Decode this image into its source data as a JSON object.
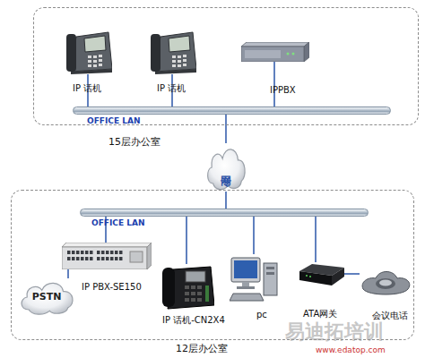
{
  "diagram": {
    "nodes": [
      {
        "text": [
          "15层办公室"
        ]
      },
      {
        "text": [
          "IP 话机"
        ],
        "in": 0
      },
      {
        "text": [
          "IP 话机"
        ],
        "in": 0
      },
      {
        "text": [
          "IPPBX"
        ],
        "in": 0
      },
      {
        "text": [
          "OFFICE LAN"
        ],
        "in": 0
      },
      {
        "text": [
          "专网"
        ]
      },
      {
        "text": [
          "12层办公室"
        ]
      },
      {
        "text": [
          "OFFICE LAN"
        ],
        "in": 6
      },
      {
        "text": [
          "IP PBX-SE150"
        ],
        "in": 6
      },
      {
        "text": [
          "PSTN"
        ],
        "in": 6
      },
      {
        "text": [
          "IP 话机-CN2X4"
        ],
        "in": 6
      },
      {
        "text": [
          "pc"
        ],
        "in": 6
      },
      {
        "text": [
          "ATA网关"
        ],
        "in": 6
      },
      {
        "text": [
          "会议电话"
        ],
        "in": 6
      }
    ],
    "edges": [
      {
        "from": 1,
        "to": 4,
        "arrow": "none"
      },
      {
        "from": 2,
        "to": 4,
        "arrow": "none"
      },
      {
        "from": 3,
        "to": 4,
        "arrow": "none"
      },
      {
        "from": 4,
        "to": 5,
        "arrow": "none"
      },
      {
        "from": 5,
        "to": 7,
        "arrow": "none"
      },
      {
        "from": 8,
        "to": 7,
        "arrow": "none"
      },
      {
        "from": 9,
        "to": 8,
        "arrow": "none"
      },
      {
        "from": 10,
        "to": 7,
        "arrow": "none"
      },
      {
        "from": 11,
        "to": 7,
        "arrow": "none"
      },
      {
        "from": 12,
        "to": 7,
        "arrow": "none"
      },
      {
        "from": 12,
        "to": 13,
        "arrow": "none"
      }
    ],
    "labels": [
      "易迪拓培训",
      "www.edatop.com"
    ]
  }
}
